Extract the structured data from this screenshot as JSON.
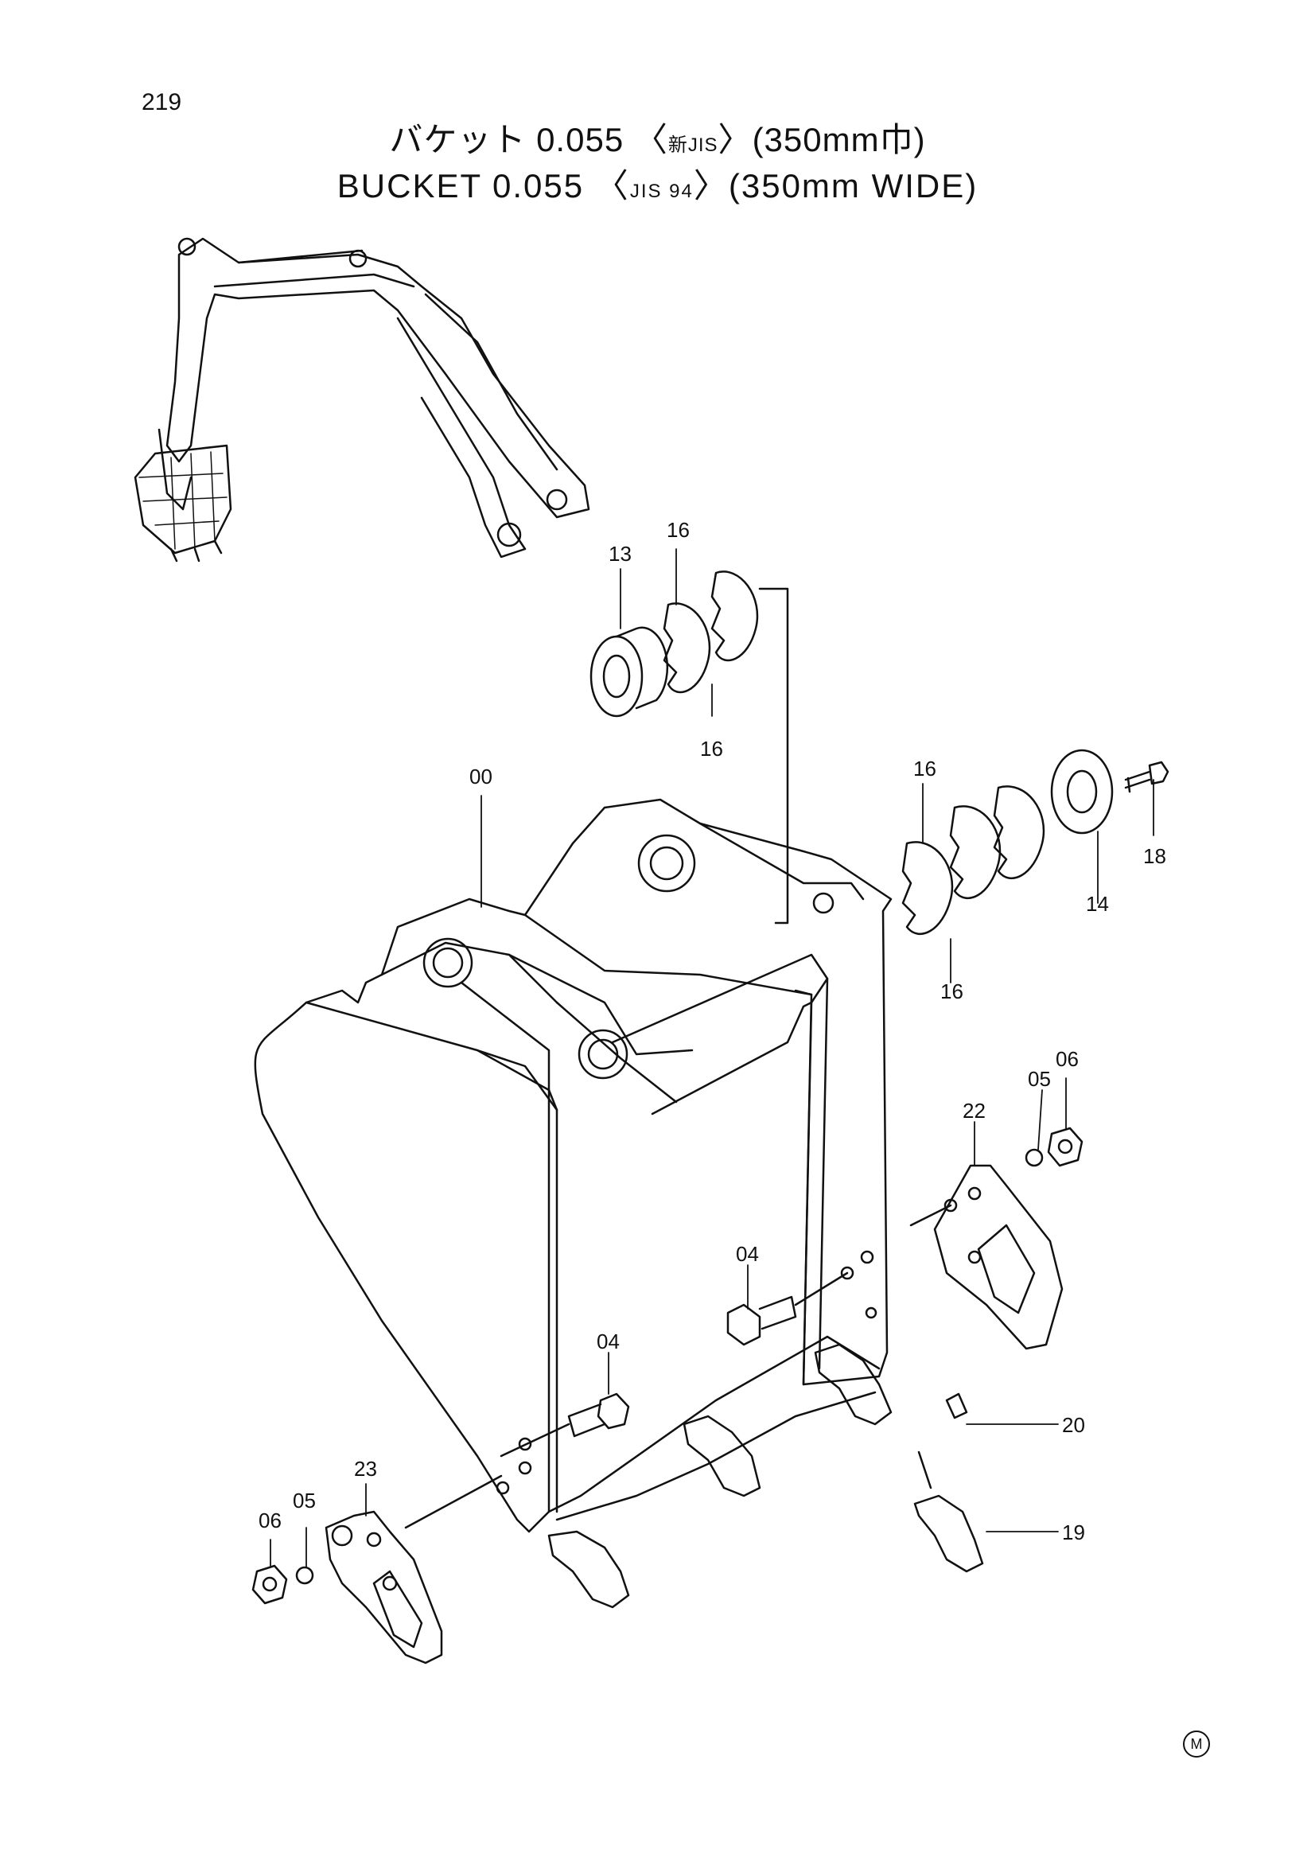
{
  "page_number": "219",
  "title": {
    "jp_main": "バケット 0.055",
    "jp_std": "新JIS",
    "jp_width": "(350mm巾)",
    "en_main": "BUCKET 0.055",
    "en_std": "JIS 94",
    "en_width": "(350mm WIDE)"
  },
  "callouts": {
    "p00": "00",
    "p04a": "04",
    "p04b": "04",
    "p05a": "05",
    "p05b": "05",
    "p06a": "06",
    "p06b": "06",
    "p13": "13",
    "p14": "14",
    "p16a": "16",
    "p16b": "16",
    "p16c": "16",
    "p16d": "16",
    "p18": "18",
    "p19": "19",
    "p20": "20",
    "p22": "22",
    "p23": "23"
  },
  "footer_mark": "M"
}
